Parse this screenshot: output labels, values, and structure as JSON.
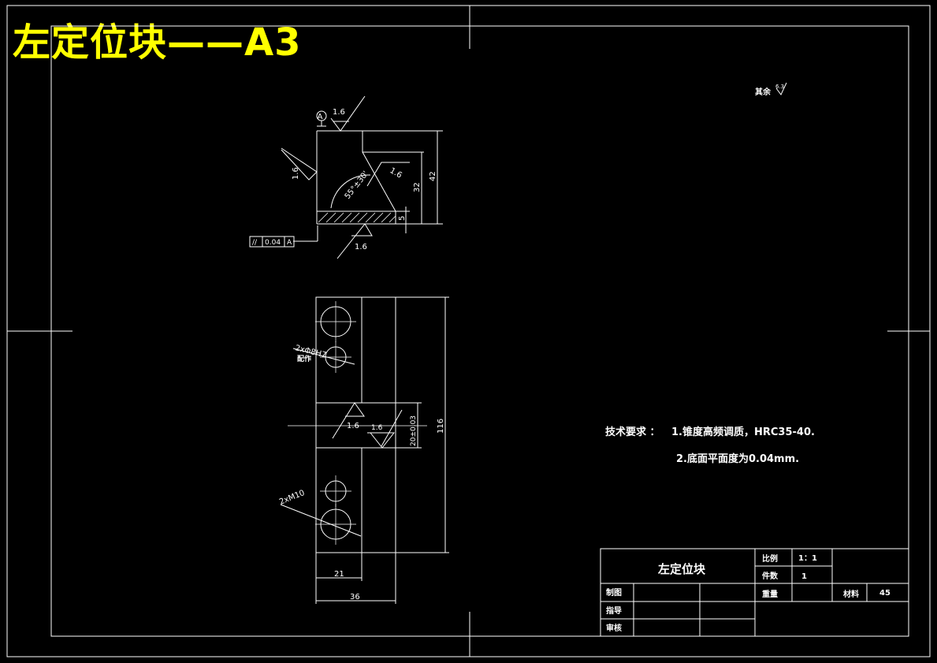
{
  "header": {
    "title": "左定位块——A3"
  },
  "roughness_note": "其余",
  "roughness_note_value": "6.3",
  "tech": {
    "label": "技术要求 ：",
    "item1": "1.锥度高频调质，HRC35-40.",
    "item2": "2.底面平面度为0.04mm."
  },
  "front_view": {
    "datum": "A",
    "roughness": [
      "1.6",
      "1.6",
      "1.6",
      "1.6"
    ],
    "angle": "55°±30'",
    "dims": [
      "42",
      "32",
      "5"
    ],
    "tolerance": {
      "symbol": "//",
      "value": "0.04",
      "datum": "A"
    }
  },
  "top_view": {
    "holes_note": "2xΦ8H7",
    "holes_note2": "配作",
    "thread_note": "2xM10",
    "roughness": [
      "1.6",
      "1.6"
    ],
    "dims": [
      "116",
      "20±0.03",
      "21",
      "36"
    ]
  },
  "title_block": {
    "part_name": "左定位块",
    "scale_label": "比例",
    "scale_value": "1：1",
    "count_label": "件数",
    "count_value": "1",
    "drawn_label": "制图",
    "weight_label": "重量",
    "material_label": "材料",
    "material_value": "45",
    "guide_label": "指导",
    "review_label": "审核"
  },
  "colors": {
    "background": "#000000",
    "lines": "#ffffff",
    "title": "#ffff00"
  }
}
